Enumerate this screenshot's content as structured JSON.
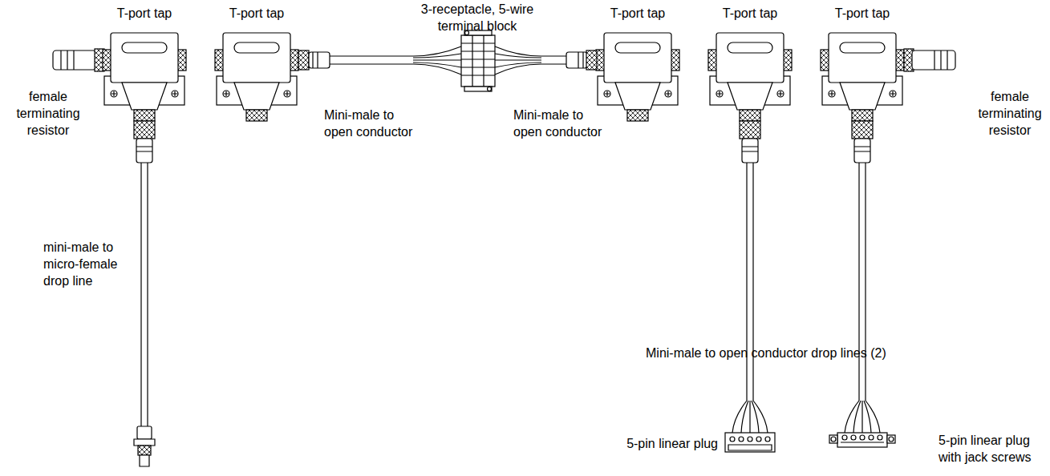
{
  "diagram": {
    "labels": [
      "T-port tap",
      "T-port tap",
      "3-receptacle, 5-wire terminal block",
      "T-port tap",
      "T-port tap",
      "T-port tap",
      "female terminating resistor",
      "Mini-male to open conductor",
      "Mini-male to open conductor",
      "female terminating resistor",
      "mini-male to micro-female drop line",
      "Mini-male to open conductor drop lines (2)",
      "5-pin linear plug",
      "5-pin linear plug with jack screws"
    ]
  }
}
